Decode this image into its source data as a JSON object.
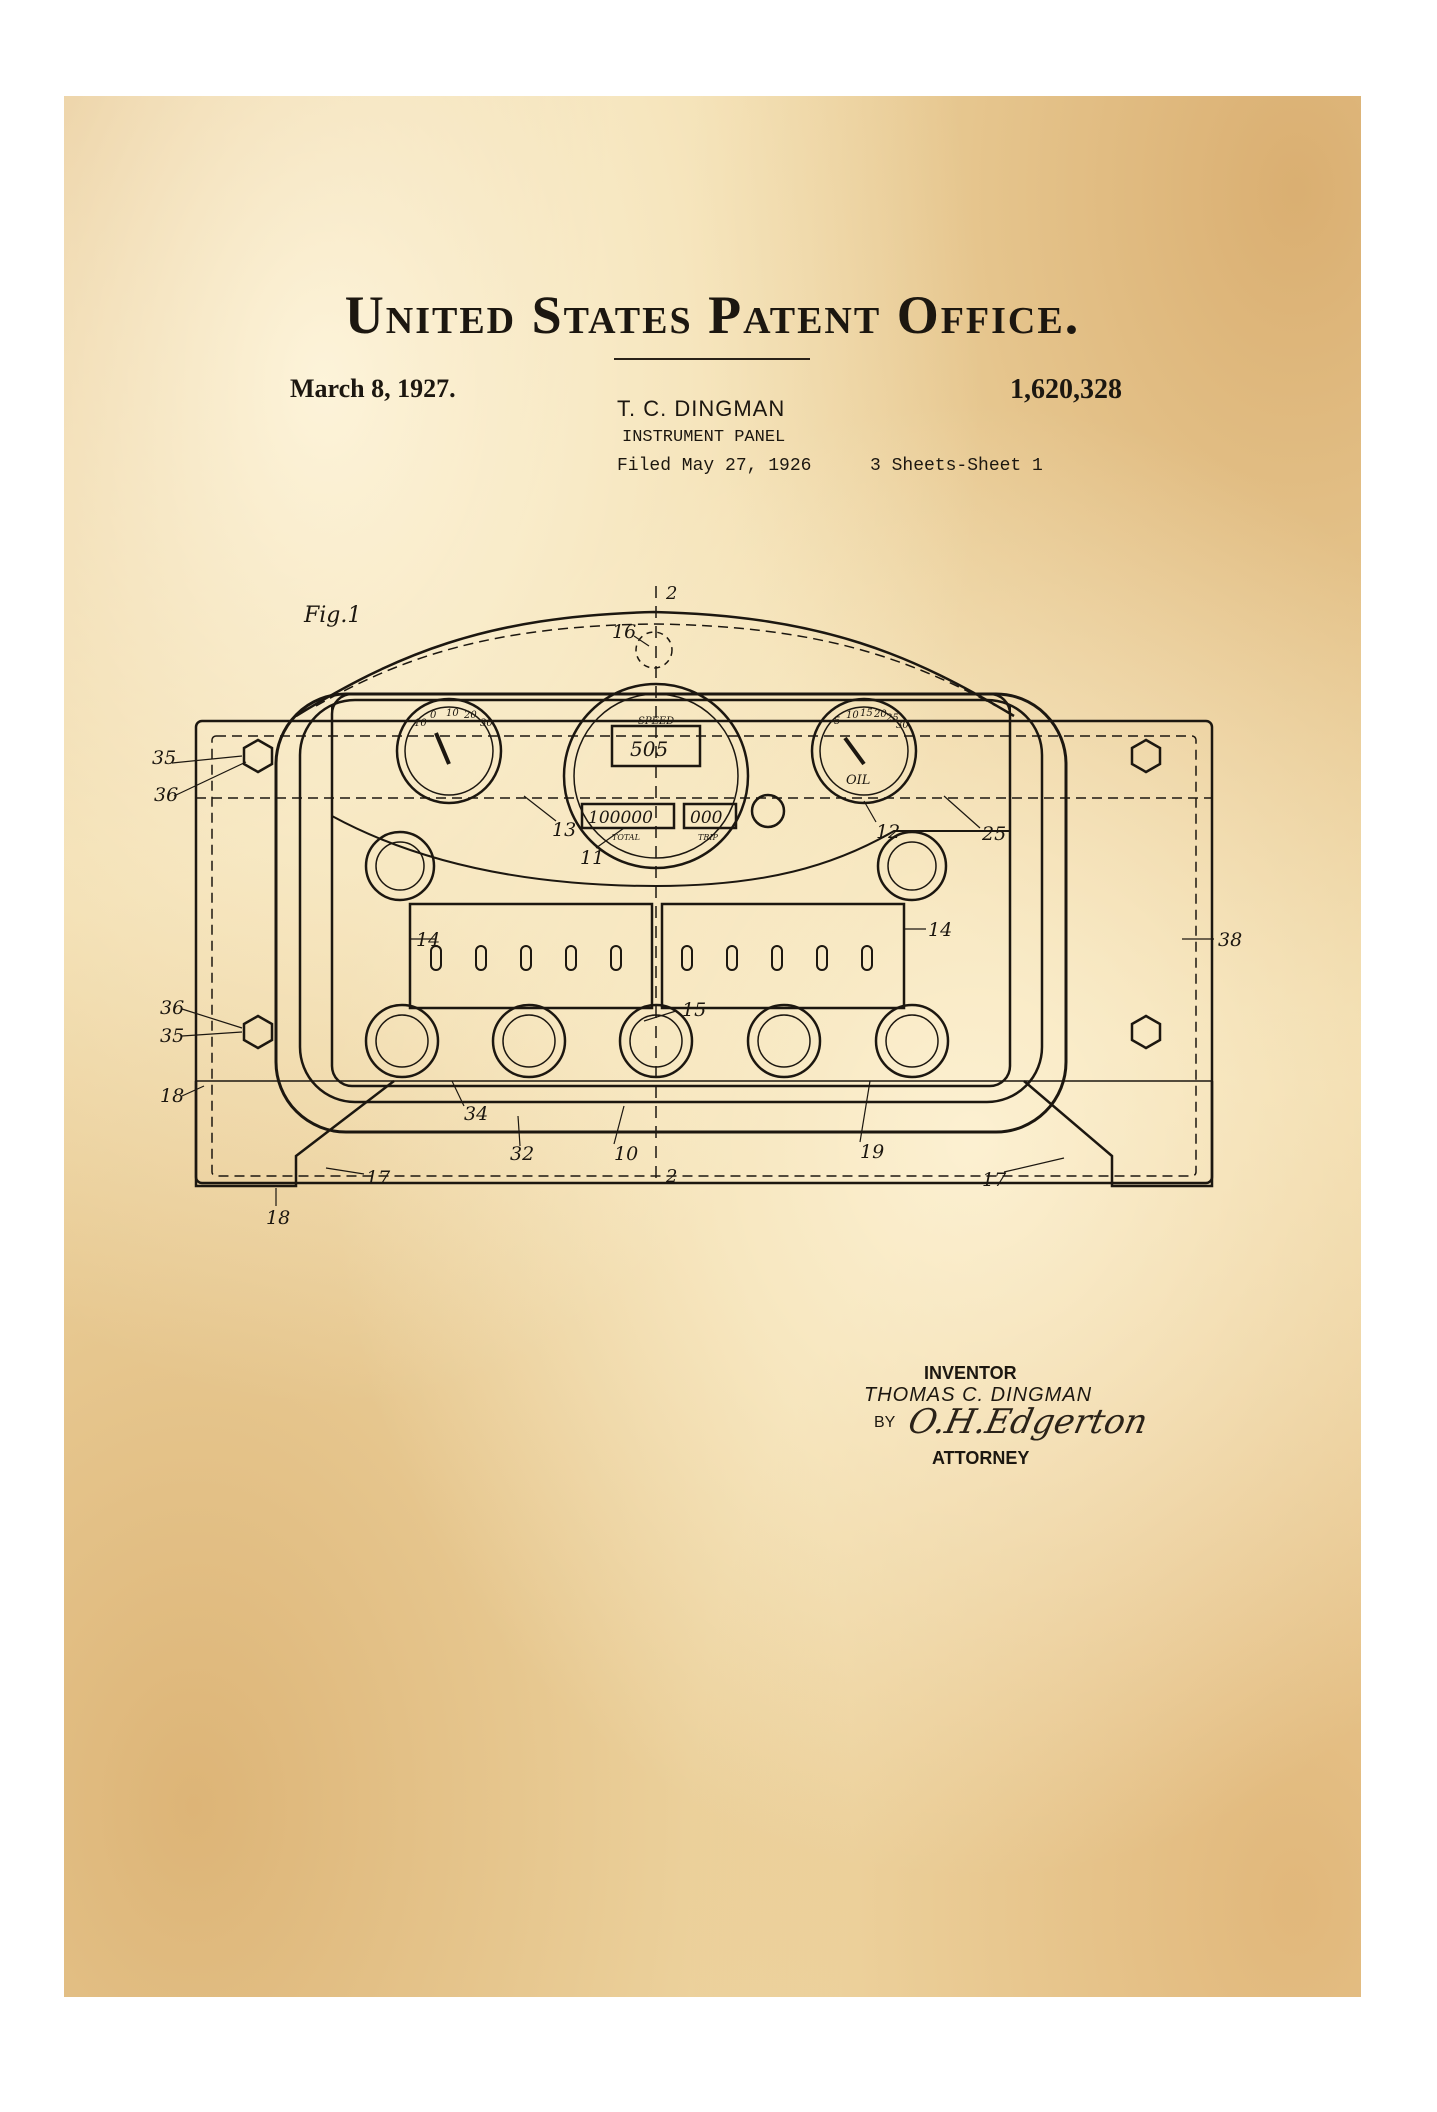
{
  "header": {
    "office": "United States Patent Office.",
    "date": "March 8, 1927.",
    "patent_number": "1,620,328",
    "inventor_short": "T. C. DINGMAN",
    "title": "INSTRUMENT PANEL",
    "filed": "Filed May 27, 1926",
    "sheets": "3 Sheets-Sheet 1"
  },
  "figure": {
    "label": "Fig.1",
    "section_marker": "2",
    "gauge_scale_left": [
      "10",
      "0",
      "10",
      "20",
      "30"
    ],
    "gauge_scale_right": [
      "5",
      "10",
      "15",
      "20",
      "25",
      "30"
    ],
    "gauge_right_label": "OIL",
    "speedometer_label": "SPEED",
    "speedometer_reading": "505",
    "odometer_total": "100000",
    "odometer_total_label": "TOTAL",
    "odometer_trip": "000",
    "odometer_trip_label": "TRIP",
    "reference_numerals": [
      "35",
      "36",
      "13",
      "11",
      "12",
      "25",
      "14",
      "14",
      "38",
      "36",
      "35",
      "15",
      "18",
      "34",
      "32",
      "10",
      "19",
      "17",
      "17",
      "18",
      "16"
    ]
  },
  "signature": {
    "inventor_label": "INVENTOR",
    "inventor_name": "THOMAS C. DINGMAN",
    "by": "BY",
    "attorney_signature": "O.H.Edgerton",
    "attorney_label": "ATTORNEY"
  }
}
